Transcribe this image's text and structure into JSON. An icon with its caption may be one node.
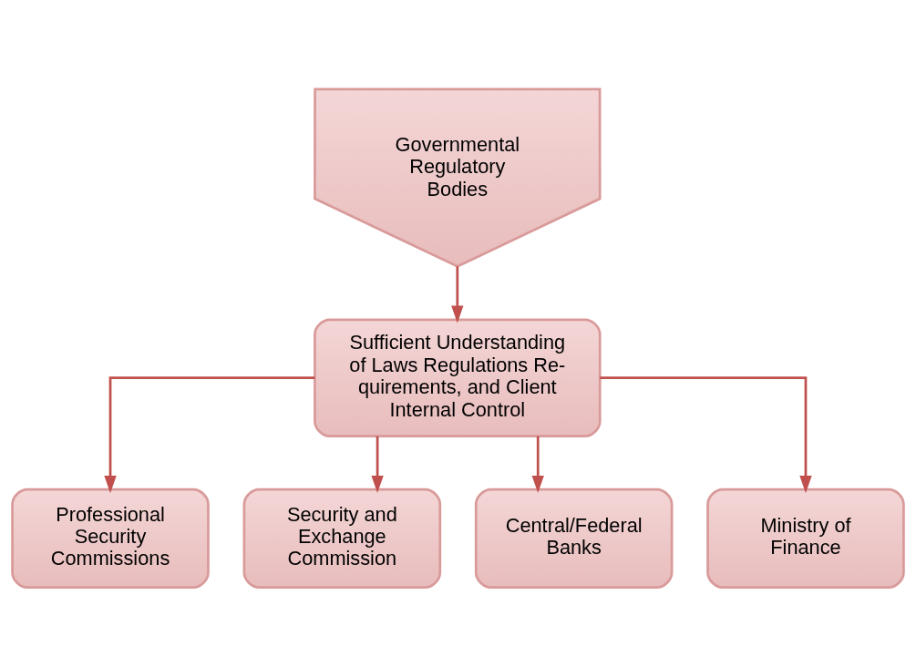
{
  "diagram": {
    "nodes": [
      {
        "text": [
          "Governmental Regulatory Bodies"
        ]
      },
      {
        "text": [
          "Sufficient Understanding of Laws Regulations Re- quirements, and Client Internal Control"
        ]
      },
      {
        "text": [
          "Professional Security Commissions"
        ]
      },
      {
        "text": [
          "Security and Exchange Commission"
        ]
      },
      {
        "text": [
          "Central/Federal Banks"
        ]
      },
      {
        "text": [
          "Ministry of Finance"
        ]
      }
    ],
    "edges": [
      {
        "from": 0,
        "to": 1,
        "arrow": "to"
      },
      {
        "from": 1,
        "to": 2,
        "arrow": "to"
      },
      {
        "from": 1,
        "to": 3,
        "arrow": "to"
      },
      {
        "from": 1,
        "to": 4,
        "arrow": "to"
      },
      {
        "from": 1,
        "to": 5,
        "arrow": "to"
      }
    ]
  }
}
